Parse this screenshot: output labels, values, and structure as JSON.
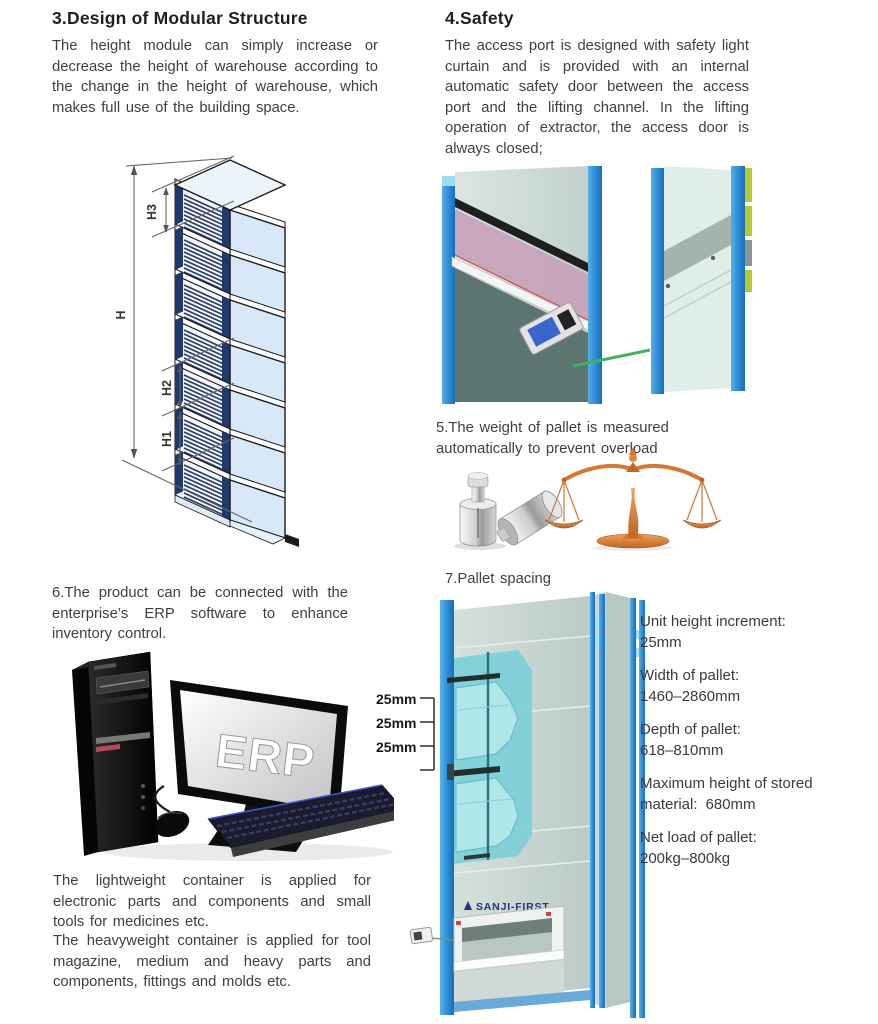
{
  "sections": {
    "design": {
      "heading": "3.Design of Modular Structure",
      "body": "The height module can simply increase or decrease the height of warehouse according to the change in the height of warehouse, which makes full use of the building space."
    },
    "safety": {
      "heading": "4.Safety",
      "body": "The access port is designed with safety light curtain and is provided with an internal automatic safety door between the access port and the lifting channel. In the lifting operation of extractor, the access door is always closed;"
    },
    "weighing": {
      "text": "5.The weight of pallet is measured automatically to prevent overload"
    },
    "erp": {
      "text": "6.The product can be connected with the enterprise’s ERP software to enhance inventory control."
    },
    "pallet_spacing": {
      "heading": "7.Pallet spacing"
    },
    "containers": {
      "lightweight": "The lightweight container is applied for electronic parts and components and small tools for medicines etc.",
      "heavyweight": "The heavyweight container is applied for tool magazine, medium and heavy parts and components, fittings and molds etc."
    }
  },
  "tower_labels": {
    "overall": "H",
    "h1": "H1",
    "h2": "H2",
    "h3": "H3"
  },
  "erp_screen": "ERP",
  "pallet": {
    "spacing_labels": [
      "25mm",
      "25mm",
      "25mm"
    ],
    "brand": "SANJI-FIRST"
  },
  "specs": [
    {
      "label": "Unit height increment:",
      "value": "25mm"
    },
    {
      "label": "Width of pallet:",
      "value": "1460–2860mm"
    },
    {
      "label": "Depth of pallet:",
      "value": "618–810mm"
    },
    {
      "label": "Maximum height of stored material:",
      "value": "680mm"
    },
    {
      "label": "Net load of pallet:",
      "value": "200kg–800kg"
    }
  ],
  "colors": {
    "pillar_blue": "#2e8fd8",
    "cutaway_cyan": "#7fd0d8",
    "scale_orange": "#dd8544",
    "access_pink": "#c7a3bb",
    "module_blue": "#d7e9f8",
    "text": "#3b3b3b"
  }
}
